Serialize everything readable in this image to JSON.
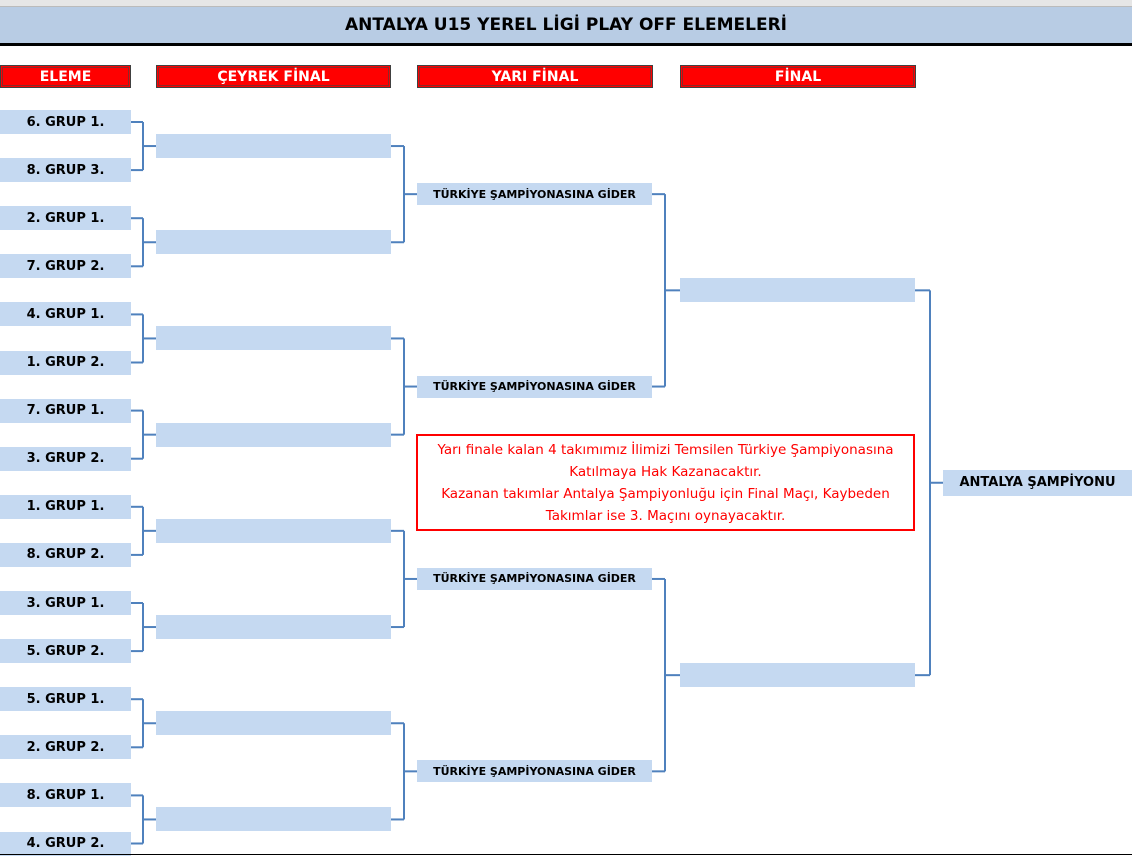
{
  "title": "ANTALYA U15 YEREL LİGİ PLAY OFF ELEMELERİ",
  "headers": {
    "eleme": "ELEME",
    "ceyrek": "ÇEYREK FİNAL",
    "yari": "YARI FİNAL",
    "final": "FİNAL"
  },
  "eleme": [
    "6. GRUP 1.",
    "8. GRUP 3.",
    "2. GRUP 1.",
    "7. GRUP 2.",
    "4. GRUP 1.",
    "1. GRUP 2.",
    "7. GRUP 1.",
    "3. GRUP 2.",
    "1. GRUP 1.",
    "8. GRUP 2.",
    "3. GRUP 1.",
    "5. GRUP 2.",
    "5. GRUP 1.",
    "2. GRUP 2.",
    "8. GRUP 1.",
    "4. GRUP 2."
  ],
  "ceyrek": [
    "",
    "",
    "",
    "",
    "",
    "",
    "",
    ""
  ],
  "yari": [
    "TÜRKİYE ŞAMPİYONASINA GİDER",
    "TÜRKİYE ŞAMPİYONASINA GİDER",
    "TÜRKİYE ŞAMPİYONASINA GİDER",
    "TÜRKİYE ŞAMPİYONASINA GİDER"
  ],
  "final": [
    "",
    ""
  ],
  "champion": "ANTALYA ŞAMPİYONU",
  "note": {
    "line1": "Yarı finale kalan 4 takımımız İlimizi Temsilen Türkiye Şampiyonasına",
    "line2": "Katılmaya Hak Kazanacaktır.",
    "line3": "Kazanan takımlar Antalya Şampiyonluğu için Final Maçı, Kaybeden",
    "line4": "Takımlar ise 3. Maçını oynayacaktır."
  },
  "colors": {
    "header_red": "#ff0000",
    "box_blue": "#c5d9f1",
    "title_bg": "#b8cce4",
    "line": "#4f81bd"
  }
}
